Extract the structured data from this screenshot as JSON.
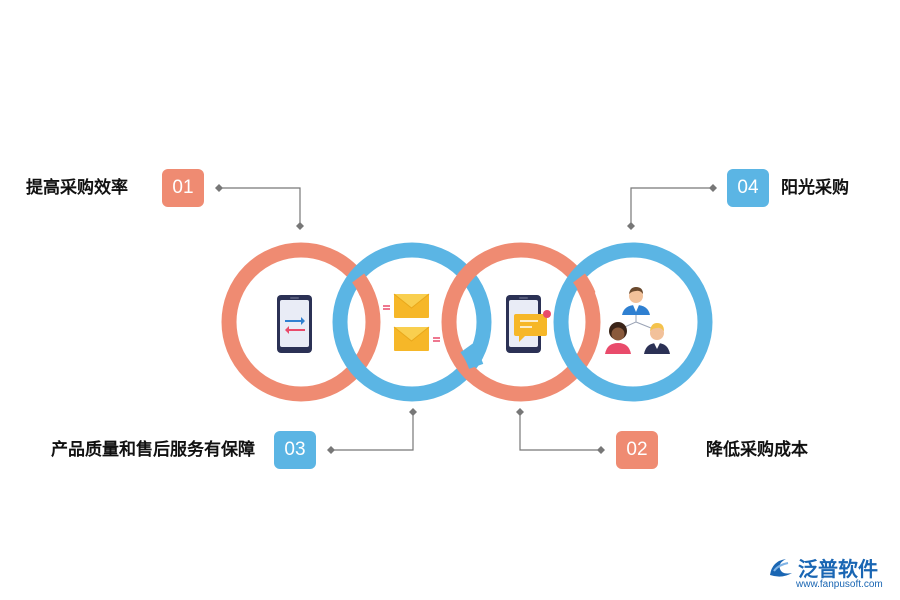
{
  "steps": [
    {
      "num": "01",
      "label": "提高采购效率",
      "color": "#ef8b72"
    },
    {
      "num": "02",
      "label": "降低采购成本",
      "color": "#ef8b72"
    },
    {
      "num": "03",
      "label": "产品质量和售后服务有保障",
      "color": "#5bb5e4"
    },
    {
      "num": "04",
      "label": "阳光采购",
      "color": "#5bb5e4"
    }
  ],
  "icons": [
    "phone-transfer-icon",
    "envelopes-icon",
    "phone-message-icon",
    "team-icon"
  ],
  "logo": {
    "name": "泛普软件",
    "url": "www.fanpusoft.com"
  }
}
